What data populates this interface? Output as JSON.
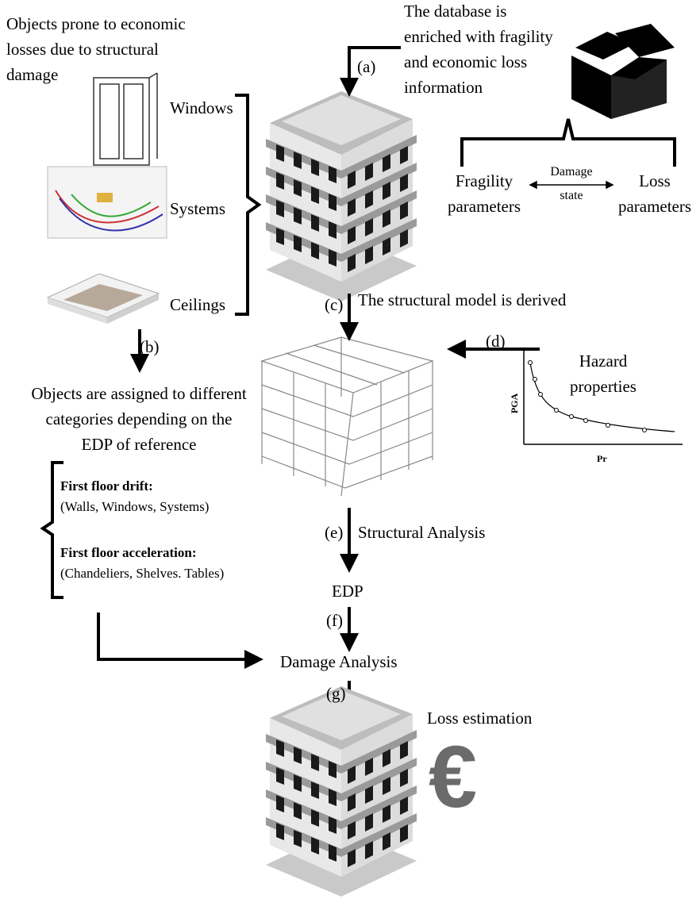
{
  "intro": {
    "line1": "Objects prone to economic",
    "line2": "losses due to structural",
    "line3": "damage"
  },
  "objects": {
    "windows": "Windows",
    "systems": "Systems",
    "ceilings": "Ceilings"
  },
  "steps": {
    "a": "(a)",
    "b": "(b)",
    "c": "(c)",
    "d": "(d)",
    "e": "(e)",
    "f": "(f)",
    "g": "(g)"
  },
  "database": {
    "line1": "The database is",
    "line2": "enriched with fragility",
    "line3": "and economic loss",
    "line4": "information"
  },
  "fragility": {
    "line1": "Fragility",
    "line2": "parameters"
  },
  "loss_params": {
    "line1": "Loss",
    "line2": "parameters"
  },
  "damage_state": {
    "line1": "Damage",
    "line2": "state"
  },
  "structural_model": "The structural model is derived",
  "hazard": {
    "line1": "Hazard",
    "line2": "properties",
    "ylabel": "PGA",
    "xlabel": "Pr"
  },
  "categories_text": {
    "line1": "Objects are assigned to different",
    "line2": "categories  depending on the",
    "line3": "EDP of reference"
  },
  "categories": {
    "drift_title": "First floor drift:",
    "drift_items": "(Walls, Windows, Systems)",
    "accel_title": "First floor acceleration:",
    "accel_items": "(Chandeliers, Shelves. Tables)"
  },
  "structural_analysis": "Structural Analysis",
  "edp": "EDP",
  "damage_analysis": "Damage Analysis",
  "loss_estimation": "Loss estimation",
  "euro_symbol": "€",
  "colors": {
    "arrow": "#000000",
    "building_gray": "#9a9a9a",
    "window_dark": "#1a1a1a",
    "euro": "#6b6b6b"
  }
}
